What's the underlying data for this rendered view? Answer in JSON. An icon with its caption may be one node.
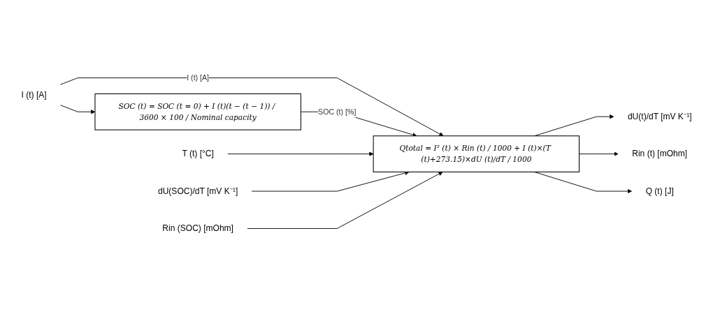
{
  "diagram": {
    "nodes": [
      {
        "text": [
          "I (t) [A]"
        ]
      },
      {
        "text": [
          "SOC (t) = SOC (t = 0) + I (t)(t − (t − 1)) / 3600 × 100 / Nominal capacity"
        ]
      },
      {
        "text": [
          "Qtotal = I² (t) × Rin (t) / 1000 + I (t)×(T (t)+273.15)×dU (t)/dT / 1000"
        ]
      },
      {
        "text": [
          "T (t) [°C]"
        ]
      },
      {
        "text": [
          "dU(SOC)/dT [mV K⁻¹]"
        ]
      },
      {
        "text": [
          "Rin (SOC) [mOhm]"
        ]
      },
      {
        "text": [
          "dU(t)/dT [mV K⁻¹]"
        ]
      },
      {
        "text": [
          "Rin (t) [mOhm]"
        ]
      },
      {
        "text": [
          "Q (t) [J]"
        ]
      }
    ],
    "edges": [
      {
        "from": 0,
        "to": 1,
        "arrow": "to"
      },
      {
        "from": 0,
        "to": 2,
        "arrow": "to",
        "label": "I (t) [A]"
      },
      {
        "from": 1,
        "to": 2,
        "arrow": "to",
        "label": "SOC (t) [%]"
      },
      {
        "from": 3,
        "to": 2,
        "arrow": "to"
      },
      {
        "from": 4,
        "to": 2,
        "arrow": "to"
      },
      {
        "from": 5,
        "to": 2,
        "arrow": "to"
      },
      {
        "from": 2,
        "to": 6,
        "arrow": "to"
      },
      {
        "from": 2,
        "to": 7,
        "arrow": "to"
      },
      {
        "from": 2,
        "to": 8,
        "arrow": "to"
      }
    ]
  }
}
